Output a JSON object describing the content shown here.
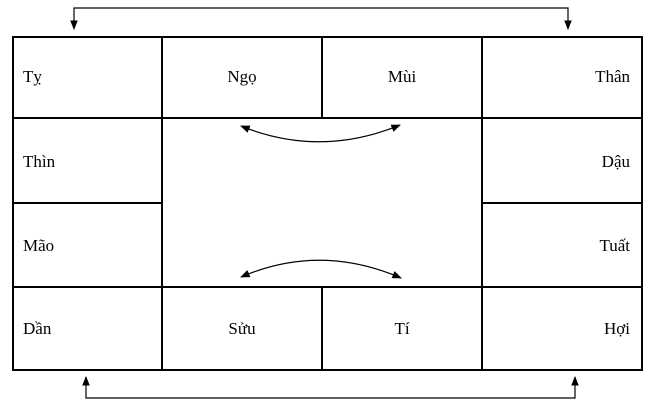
{
  "cells": {
    "ty": "Tỵ",
    "ngo": "Ngọ",
    "mui": "Mùi",
    "than": "Thân",
    "thin": "Thìn",
    "dau": "Dậu",
    "mao": "Mão",
    "tuat": "Tuất",
    "dan": "Dần",
    "suu": "Sửu",
    "ti": "Tí",
    "hoi": "Hợi"
  },
  "connections": [
    {
      "from": "Tỵ",
      "to": "Thân",
      "style": "bracket-top",
      "arrowheads": "both"
    },
    {
      "from": "Dần",
      "to": "Hợi",
      "style": "bracket-bottom",
      "arrowheads": "both"
    },
    {
      "from": "Ngọ",
      "to": "Mùi",
      "style": "curved-double-arrow"
    },
    {
      "from": "Sửu",
      "to": "Tí",
      "style": "curved-double-arrow"
    }
  ]
}
